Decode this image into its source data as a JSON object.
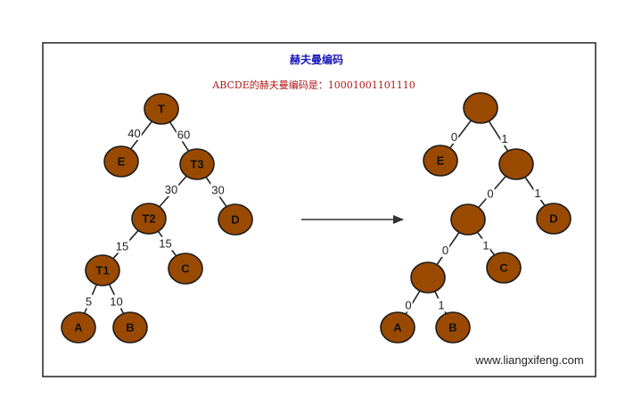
{
  "title": "赫夫曼编码",
  "subtitle": "ABCDE的赫夫曼编码是：10001001101110",
  "watermark": "www.liangxifeng.com",
  "colors": {
    "node_fill": "#9a4a00",
    "node_stroke": "#1a1a1a",
    "edge": "#222222",
    "frame": "#222222",
    "title": "#1a1ab8",
    "subtitle": "#b01818"
  },
  "left_tree": {
    "nodes": {
      "T": "T",
      "E": "E",
      "T3": "T3",
      "T2": "T2",
      "D": "D",
      "T1": "T1",
      "C": "C",
      "A": "A",
      "B": "B"
    },
    "edges": [
      {
        "from": "T",
        "to": "E",
        "weight": "40"
      },
      {
        "from": "T",
        "to": "T3",
        "weight": "60"
      },
      {
        "from": "T3",
        "to": "T2",
        "weight": "30"
      },
      {
        "from": "T3",
        "to": "D",
        "weight": "30"
      },
      {
        "from": "T2",
        "to": "T1",
        "weight": "15"
      },
      {
        "from": "T2",
        "to": "C",
        "weight": "15"
      },
      {
        "from": "T1",
        "to": "A",
        "weight": "5"
      },
      {
        "from": "T1",
        "to": "B",
        "weight": "10"
      }
    ]
  },
  "right_tree": {
    "nodes": {
      "R": "",
      "E": "E",
      "N1": "",
      "N2": "",
      "D": "D",
      "N3": "",
      "C": "C",
      "A": "A",
      "B": "B"
    },
    "edges": [
      {
        "from": "R",
        "to": "E",
        "bit": "0"
      },
      {
        "from": "R",
        "to": "N1",
        "bit": "1"
      },
      {
        "from": "N1",
        "to": "N2",
        "bit": "0"
      },
      {
        "from": "N1",
        "to": "D",
        "bit": "1"
      },
      {
        "from": "N2",
        "to": "N3",
        "bit": "0"
      },
      {
        "from": "N2",
        "to": "C",
        "bit": "1"
      },
      {
        "from": "N3",
        "to": "A",
        "bit": "0"
      },
      {
        "from": "N3",
        "to": "B",
        "bit": "1"
      }
    ]
  }
}
